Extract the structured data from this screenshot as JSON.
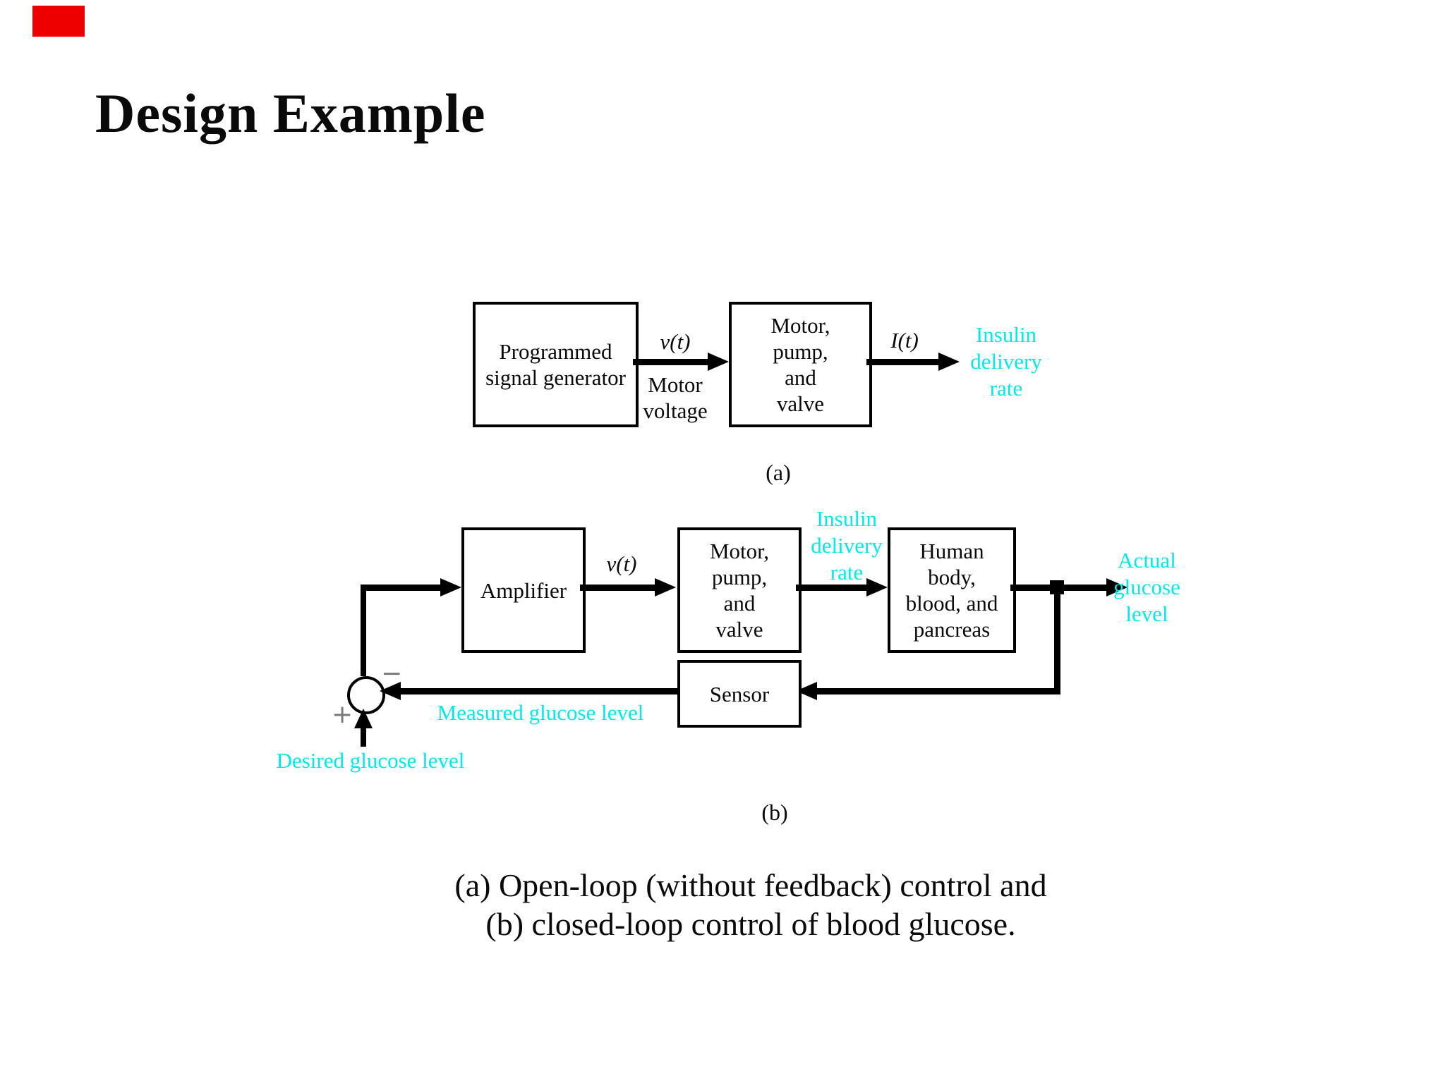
{
  "colors": {
    "cyan": "#00e9e9",
    "black": "#000000",
    "red_indicator": "#ee0000",
    "sign_gray": "#7a7a7a"
  },
  "title": "Design Example",
  "diagram_a": {
    "label": "(a)",
    "block_generator": {
      "line1": "Programmed",
      "line2": "signal generator"
    },
    "signal_v": "v(t)",
    "signal_v_name": {
      "line1": "Motor",
      "line2": "voltage"
    },
    "block_motor": {
      "line1": "Motor,",
      "line2": "pump,",
      "line3": "and",
      "line4": "valve"
    },
    "signal_i": "I(t)",
    "output_label": {
      "line1": "Insulin",
      "line2": "delivery",
      "line3": "rate"
    }
  },
  "diagram_b": {
    "label": "(b)",
    "summing_plus": "+",
    "summing_minus": "−",
    "block_amplifier": "Amplifier",
    "signal_v": "v(t)",
    "block_motor": {
      "line1": "Motor,",
      "line2": "pump,",
      "line3": "and",
      "line4": "valve"
    },
    "mid_label": {
      "line1": "Insulin",
      "line2": "delivery",
      "line3": "rate"
    },
    "block_human": {
      "line1": "Human",
      "line2": "body,",
      "line3": "blood, and",
      "line4": "pancreas"
    },
    "output_label": {
      "line1": "Actual",
      "line2": "glucose",
      "line3": "level"
    },
    "block_sensor": "Sensor",
    "feedback_label": "Measured glucose level",
    "input_label": "Desired glucose level"
  },
  "caption": {
    "line1": "(a) Open-loop (without feedback) control and",
    "line2": "(b) closed-loop control of blood glucose."
  }
}
